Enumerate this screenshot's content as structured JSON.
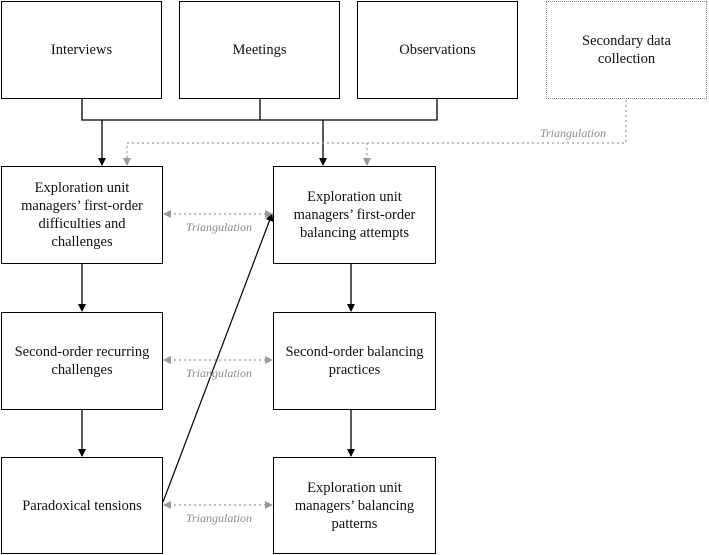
{
  "sources": {
    "interviews": "Interviews",
    "meetings": "Meetings",
    "observations": "Observations",
    "secondary": "Secondary data collection"
  },
  "left": {
    "first_order": "Exploration unit managers’ first-order difficulties and challenges",
    "second_order": "Second-order recurring challenges",
    "paradox": "Paradoxical tensions"
  },
  "right": {
    "first_order": "Exploration unit managers’ first-order balancing attempts",
    "second_order": "Second-order balancing practices",
    "patterns": "Exploration unit managers’ balancing patterns"
  },
  "labels": {
    "triangulation": "Triangulation"
  },
  "colors": {
    "solid": "#000000",
    "dotted": "#999999"
  }
}
